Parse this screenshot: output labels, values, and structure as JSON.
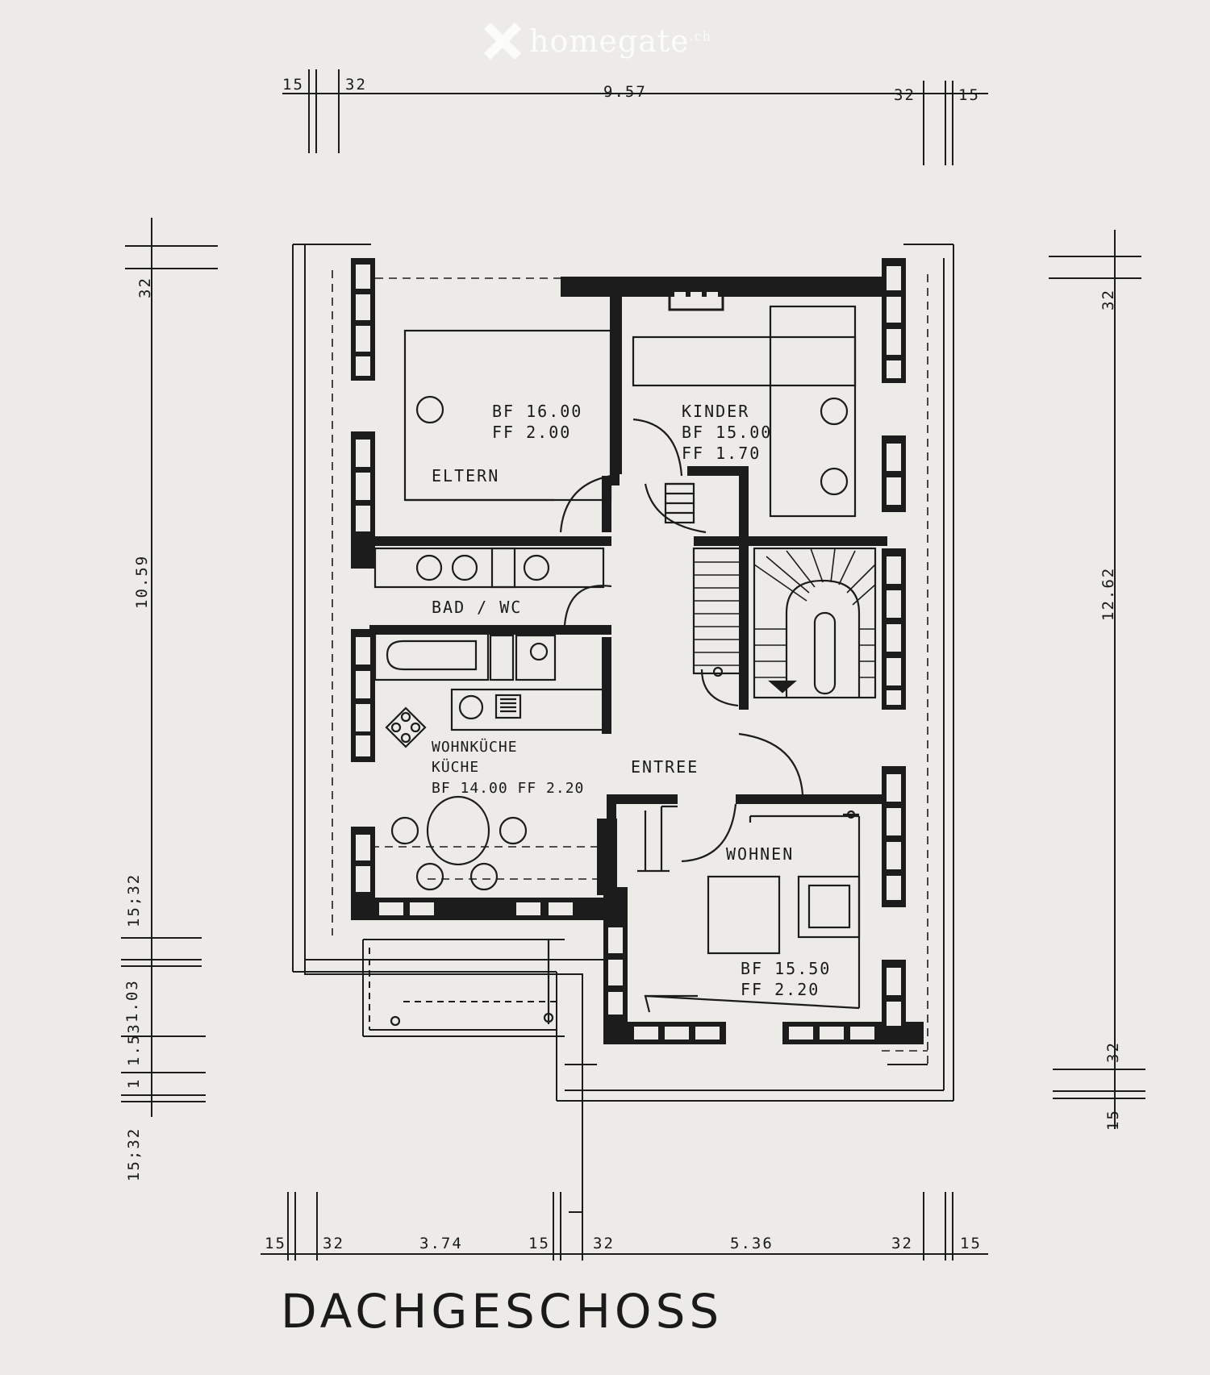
{
  "watermark": {
    "brand": "homegate",
    "suffix": ".ch"
  },
  "floor_title": "DACHGESCHOSS",
  "rooms": {
    "eltern": {
      "name": "ELTERN",
      "bf": "BF 16.00",
      "ff": "FF  2.00"
    },
    "kinder": {
      "name": "KINDER",
      "bf": "BF 15.00",
      "ff": "FF  1.70"
    },
    "bad": {
      "name": "BAD / WC"
    },
    "kueche": {
      "name1": "WOHNKÜCHE",
      "name2": "KÜCHE",
      "bf_ff": "BF  14.00  FF 2.20"
    },
    "entree": {
      "name": "ENTREE"
    },
    "wohnen": {
      "name": "WOHNEN",
      "bf": "BF 15.50",
      "ff": "FF  2.20"
    }
  },
  "dimensions": {
    "top": [
      "15",
      "32",
      "9.57",
      "32",
      "15"
    ],
    "bottom": [
      "15",
      "32",
      "3.74",
      "15",
      "32",
      "5.36",
      "32",
      "15"
    ],
    "left": [
      "32",
      "10.59",
      "15;32",
      "1.03",
      "1.53",
      "1",
      "15;32"
    ],
    "right": [
      "32",
      "12.62",
      "32",
      "15"
    ]
  }
}
